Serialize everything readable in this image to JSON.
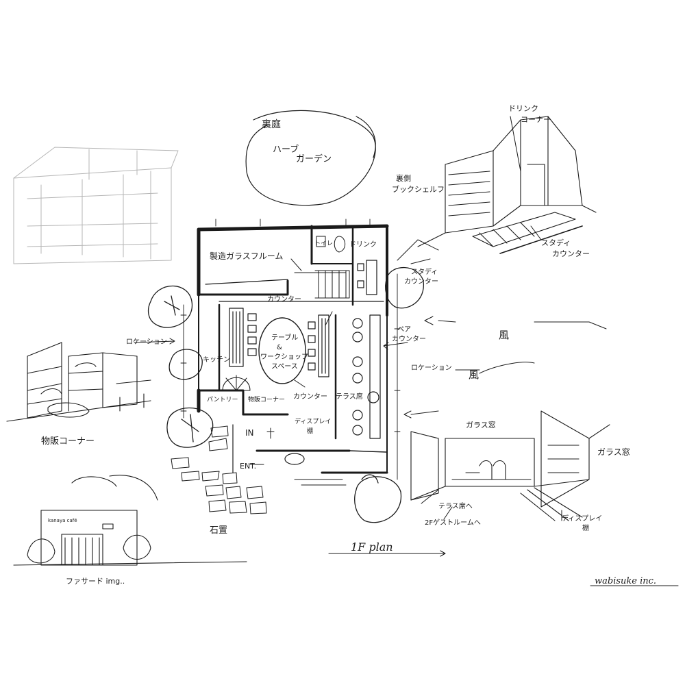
{
  "labels": {
    "backyard": "裏庭",
    "herb_garden_1": "ハーブ",
    "herb_garden_2": "ガーデン",
    "drink_corner_1": "ドリンク",
    "drink_corner_2": "コーナー",
    "back_bookshelf_1": "裏側",
    "back_bookshelf_2": "ブックシェルフ",
    "study_counter_top_1": "スタディ",
    "study_counter_top_2": "カウンター",
    "factory_glass_room": "製造ガラスフルーム",
    "toilet": "トイレ",
    "drink": "ドリンク",
    "counter_top": "カウンター",
    "study_counter_mid_1": "スタディ",
    "study_counter_mid_2": "カウンター",
    "location_left": "ロケーション",
    "kitchen": "キッチン",
    "table_1": "テーブル",
    "table_2": "&",
    "table_3": "ワークショップ",
    "table_4": "スペース",
    "pair_counter_1": "ペア",
    "pair_counter_2": "カウンター",
    "location_right": "ロケーション",
    "wind_1": "風",
    "wind_2": "風",
    "pantry": "パントリー",
    "goods_corner_small": "物販コーナー",
    "counter_bottom": "カウンター",
    "terrace_seats": "テラス席",
    "display_shelf_1": "ディスプレイ",
    "display_shelf_2": "棚",
    "in": "IN",
    "ent": "ENT.",
    "goods_corner_big": "物販コーナー",
    "glass_window_1": "ガラス窓",
    "glass_window_2": "ガラス窓",
    "terrace_seat_arrow": "テラス席へ",
    "second_guest_room": "2Fゲストルームへ",
    "display_shelf_bottom_1": "ディスプレイ",
    "display_shelf_bottom_2": "棚",
    "stone": "石置",
    "facade": "ファサード img..",
    "plan_title": "1F plan",
    "signature": "wabisuke inc.",
    "facade_sign": "kanaya café"
  }
}
